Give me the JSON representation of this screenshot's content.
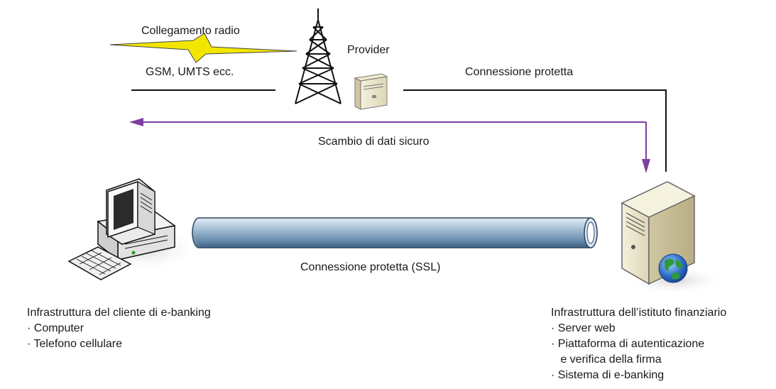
{
  "labels": {
    "radio_link": "Collegamento radio",
    "radio_tech": "GSM, UMTS ecc.",
    "provider": "Provider",
    "protected_connection": "Connessione protetta",
    "secure_exchange": "Scambio di dati sicuro",
    "ssl_connection": "Connessione protetta (SSL)"
  },
  "client": {
    "title": "Infrastruttura del cliente di e-banking",
    "items": [
      "· Computer",
      "· Telefono cellulare"
    ]
  },
  "institution": {
    "title": "Infrastruttura dell’istituto finanziario",
    "items": [
      "· Server web",
      "· Piattaforma di autenticazione",
      "   e verifica della firma",
      "· Sistema di e-banking"
    ]
  },
  "colors": {
    "arrow": "#7a3fa0",
    "line": "#111111",
    "lightning": "#f2e600",
    "tube": "#7fa0c0"
  }
}
